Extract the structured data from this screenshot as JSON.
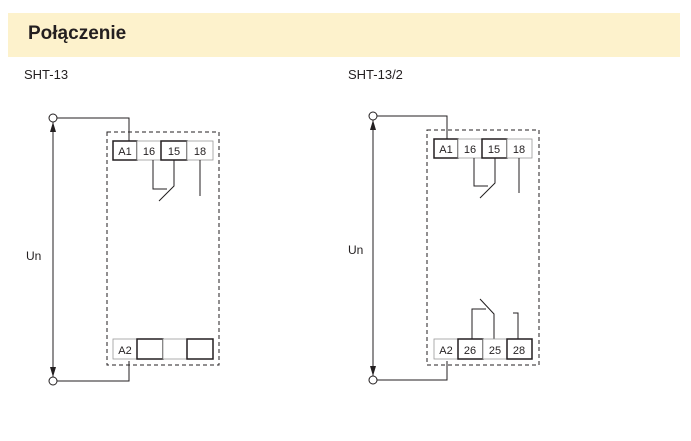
{
  "section": {
    "title": "Połączenie"
  },
  "diagrams": [
    {
      "model": "SHT-13",
      "voltage_label": "Un",
      "top_terminals": [
        "A1",
        "16",
        "15",
        "18"
      ],
      "bottom_terminals": [
        "A2",
        "",
        "",
        ""
      ]
    },
    {
      "model": "SHT-13/2",
      "voltage_label": "Un",
      "top_terminals": [
        "A1",
        "16",
        "15",
        "18"
      ],
      "bottom_terminals": [
        "A2",
        "26",
        "25",
        "28"
      ]
    }
  ]
}
